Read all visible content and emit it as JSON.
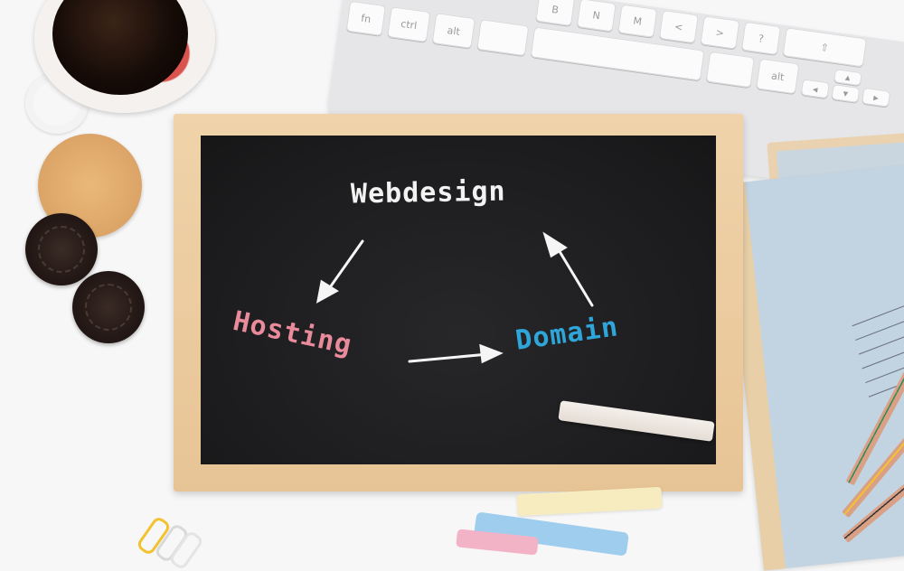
{
  "scene": {
    "description": "Flat-lay photo of a wooden-framed chalkboard on a white desk with coffee mug, cookies, keyboard, notebooks, pencils and chalk",
    "background_color": "#f7f7f8"
  },
  "chalkboard": {
    "frame_color": "#ecc99a",
    "surface_color": "#1e1e20",
    "labels": {
      "top": "Webdesign",
      "left": "Hosting",
      "right": "Domain"
    },
    "label_colors": {
      "top": "#f2f2f2",
      "left": "#ea8b9b",
      "right": "#2fa6da"
    },
    "arrows": [
      {
        "from": "Webdesign",
        "to": "Hosting"
      },
      {
        "from": "Hosting",
        "to": "Domain"
      },
      {
        "from": "Domain",
        "to": "Webdesign"
      }
    ]
  },
  "keyboard": {
    "visible_keys": [
      "fn",
      "ctrl",
      "alt",
      "B",
      "N",
      "M",
      "<",
      ">",
      "?",
      "alt",
      "⇧",
      "◂",
      "▴",
      "▾",
      "▸"
    ]
  },
  "objects": [
    {
      "name": "coffee-mug",
      "color": "#d9534f"
    },
    {
      "name": "shortbread-cookie",
      "color": "#dca467"
    },
    {
      "name": "chocolate-sandwich-cookie",
      "count": 2
    },
    {
      "name": "notebook",
      "color": "#c2d3e1",
      "count": 2
    },
    {
      "name": "colored-pencil",
      "colors": [
        "#2e8b57",
        "#f2c230",
        "#333333"
      ]
    },
    {
      "name": "chalk-stick",
      "colors": [
        "#f4efea",
        "#f7ecc0",
        "#9fcdee",
        "#f3b3c7"
      ]
    },
    {
      "name": "paper-clip",
      "colors": [
        "#f2c230",
        "#d8d8d8",
        "#e0e0e0"
      ]
    }
  ]
}
